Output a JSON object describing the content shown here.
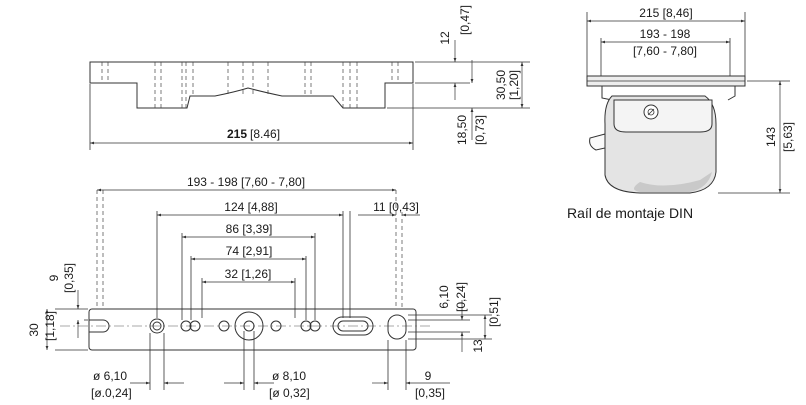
{
  "dims": {
    "overall_length": {
      "value": "215",
      "unit": "[8.46]"
    },
    "top_thick": {
      "value": "12",
      "unit": "[0,47]"
    },
    "height_total": {
      "value": "30,50",
      "unit": "[1,20]"
    },
    "height_low": {
      "value": "18,50",
      "unit": "[0,73]"
    },
    "pitch_outer": "193 - 198 [7,60 - 7,80]",
    "pitch_124": "124 [4,88]",
    "pitch_86": "86 [3,39]",
    "pitch_74": "74 [2,91]",
    "pitch_32": "32 [1,26]",
    "end_11": "11 [0,43]",
    "side_9": {
      "value": "9",
      "unit": "[0,35]"
    },
    "width_30": {
      "value": "30",
      "unit": "[1,18]"
    },
    "slot_610": {
      "value": "6,10",
      "unit": "[0,24]"
    },
    "slot_13": {
      "value": "13",
      "unit": "[0,51]"
    },
    "hole_610": {
      "value": "ø 6,10",
      "unit": "[ø.0,24]"
    },
    "hole_810": {
      "value": "ø 8,10",
      "unit": "[ø 0,32]"
    },
    "end_9": {
      "value": "9",
      "unit": "[0,35]"
    }
  },
  "din_view": {
    "width": "215 [8,46]",
    "rail": "193 - 198",
    "rail_in": "[7,60 - 7,80]",
    "height": {
      "value": "143",
      "unit": "[5,63]"
    },
    "caption": "Raíl de montaje DIN"
  }
}
